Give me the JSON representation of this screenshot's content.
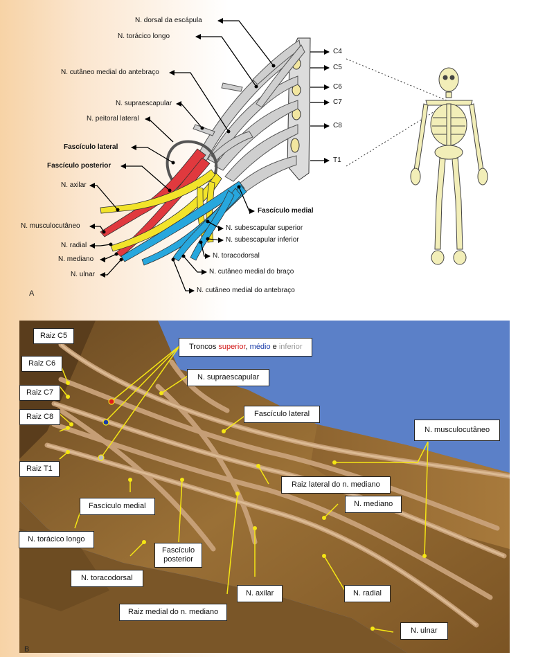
{
  "panel_a": {
    "letter": "A",
    "labels": {
      "dorsal_escapula": "N. dorsal da escápula",
      "toracico_longo": "N. torácico longo",
      "cutaneo_medial_antebraco_top": "N. cutâneo medial do antebraço",
      "supraescapular": "N. supraescapular",
      "peitoral_lateral": "N. peitoral lateral",
      "fasciculo_lateral": "Fascículo lateral",
      "fasciculo_posterior": "Fascículo posterior",
      "axilar": "N. axilar",
      "musculocutaneo": "N. musculocutâneo",
      "radial": "N. radial",
      "mediano": "N. mediano",
      "ulnar": "N. ulnar",
      "fasciculo_medial": "Fascículo medial",
      "subescapular_superior": "N. subescapular superior",
      "subescapular_inferior": "N. subescapular inferior",
      "toracodorsal": "N. toracodorsal",
      "cutaneo_medial_braco": "N. cutâneo medial do braço",
      "cutaneo_medial_antebraco_bottom": "N. cutâneo medial do antebraço"
    },
    "roots": [
      "C4",
      "C5",
      "C6",
      "C7",
      "C8",
      "T1"
    ]
  },
  "panel_b": {
    "letter": "B",
    "troncos": {
      "prefix": "Troncos ",
      "superior": "superior",
      "sep1": ", ",
      "medio": "médio",
      "sep2": " e ",
      "inferior": "inferior"
    },
    "labels": {
      "raiz_c5": "Raiz C5",
      "raiz_c6": "Raiz C6",
      "raiz_c7": "Raiz C7",
      "raiz_c8": "Raiz C8",
      "raiz_t1": "Raiz T1",
      "supraescapular": "N. supraescapular",
      "fasciculo_lateral": "Fascículo lateral",
      "musculocutaneo": "N. musculocutâneo",
      "raiz_lateral": "Raiz lateral do n. mediano",
      "fasciculo_medial": "Fascículo medial",
      "mediano": "N. mediano",
      "toracico_longo": "N. torácico longo",
      "fasciculo_posterior_1": "Fascículo",
      "fasciculo_posterior_2": "posterior",
      "toracodorsal": "N. toracodorsal",
      "axilar": "N. axilar",
      "radial": "N. radial",
      "raiz_medial": "Raiz medial do n. mediano",
      "ulnar": "N. ulnar"
    }
  },
  "colors": {
    "lateral_cord": "#e0393e",
    "posterior_cord": "#f2e32a",
    "medial_cord": "#27a7dd",
    "nerve_gray": "#cfcfcf",
    "pointer_yellow": "#f5e614",
    "background_b": "#5b80c8"
  }
}
